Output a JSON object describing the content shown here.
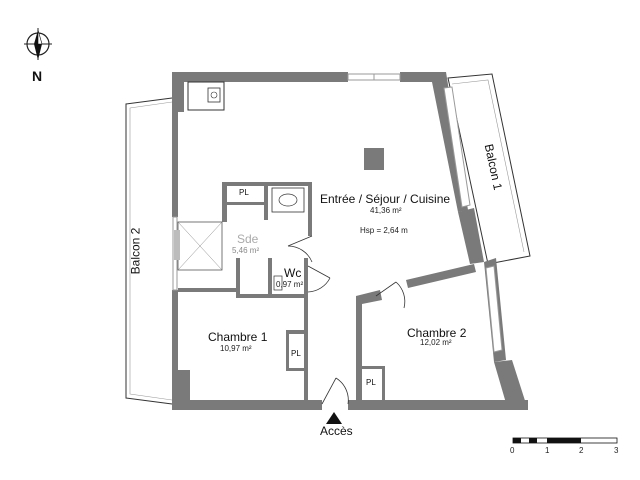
{
  "compass": {
    "label": "N"
  },
  "rooms": {
    "living": {
      "name": "Entrée / Séjour / Cuisine",
      "area": "41,36 m²",
      "height": "Hsp = 2,64 m"
    },
    "sde": {
      "name": "Sde",
      "area": "5,46 m²"
    },
    "wc": {
      "name": "Wc",
      "area": "0,97 m²"
    },
    "chambre1": {
      "name": "Chambre 1",
      "area": "10,97 m²"
    },
    "chambre2": {
      "name": "Chambre 2",
      "area": "12,02 m²"
    }
  },
  "storage": [
    "PL",
    "PL",
    "PL"
  ],
  "balconies": {
    "balcon1": "Balcon 1",
    "balcon2": "Balcon 2"
  },
  "access": {
    "label": "Accès"
  },
  "scale": {
    "ticks": [
      "0",
      "1",
      "2",
      "3"
    ]
  },
  "colors": {
    "wall": "#7a7a7a",
    "wall_dark": "#5e5e5e",
    "line": "#222222",
    "glass": "#bcbcbc"
  }
}
